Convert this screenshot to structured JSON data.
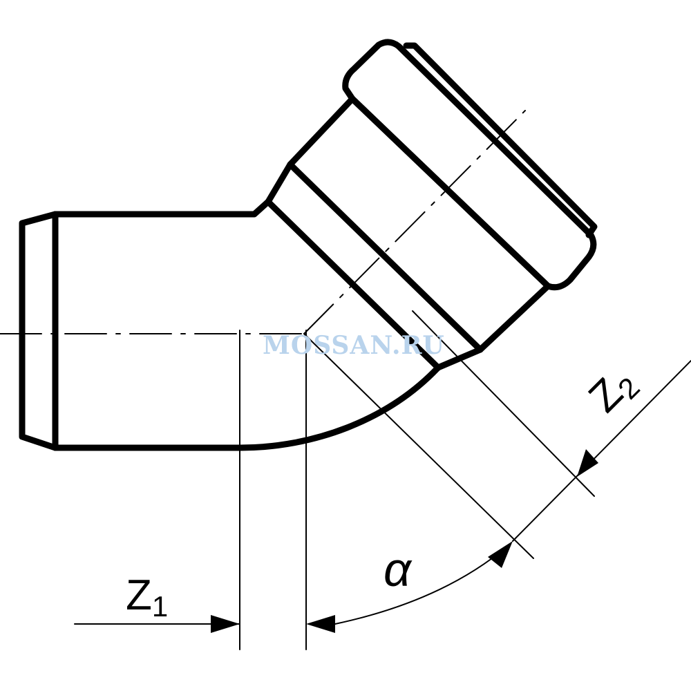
{
  "labels": {
    "z1_main": "Z",
    "z1_sub": "1",
    "z2_main": "Z",
    "z2_sub": "2",
    "alpha": "α"
  },
  "watermark": "MOSSAN.RU",
  "colors": {
    "line": "#000000",
    "background": "#ffffff",
    "watermark": "#b9d3ec"
  }
}
